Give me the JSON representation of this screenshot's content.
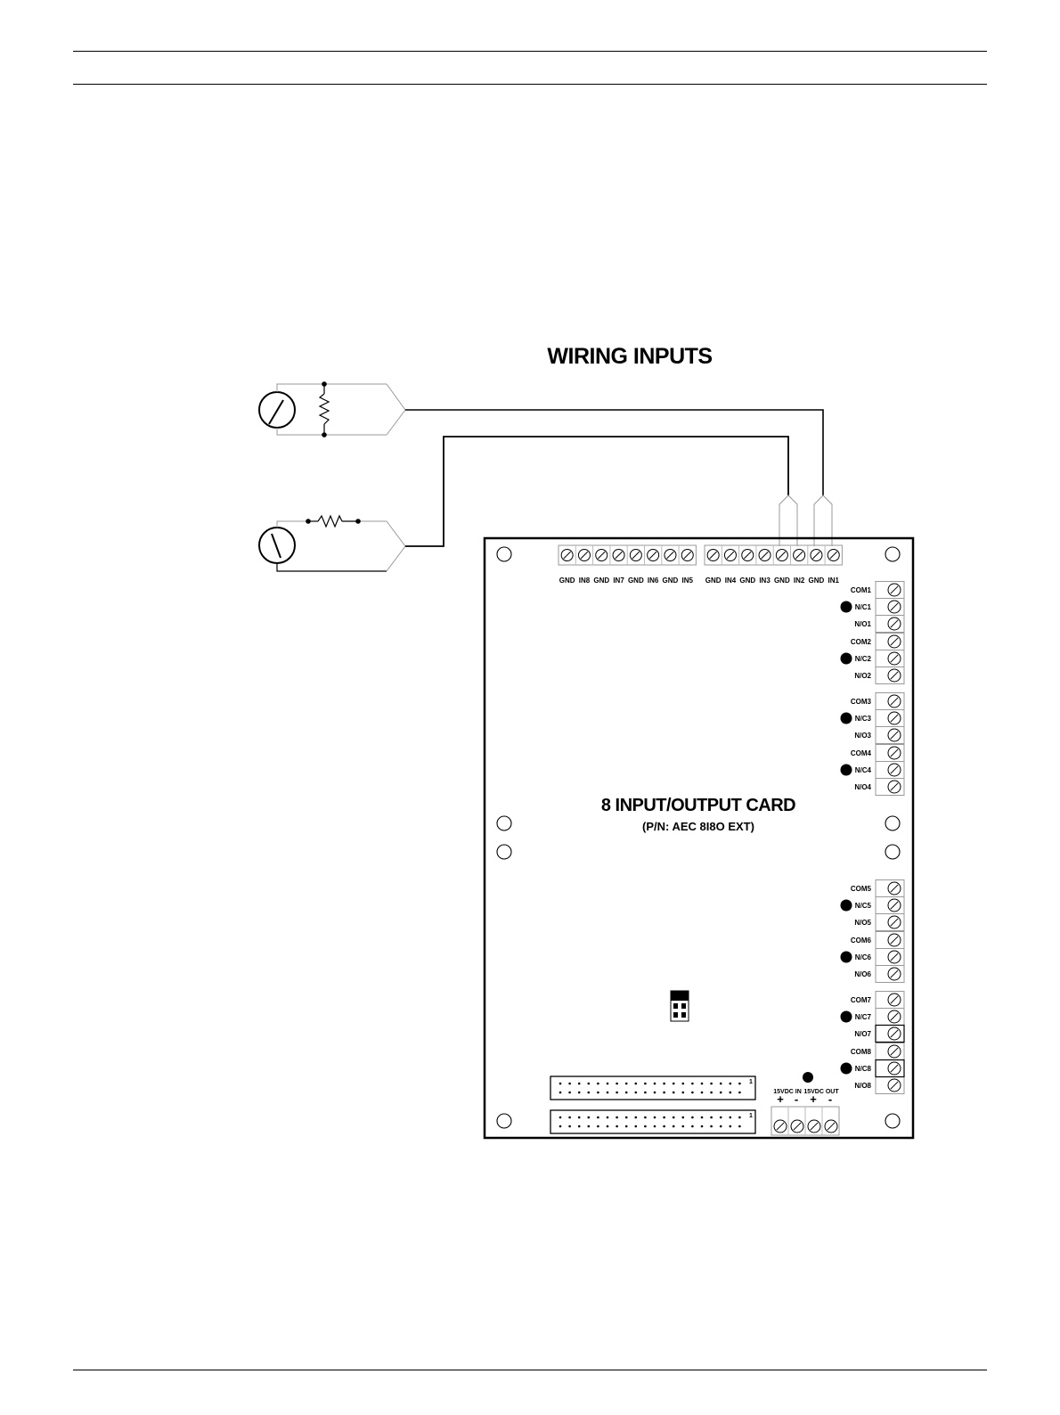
{
  "diagram": {
    "title": "WIRING INPUTS",
    "card_title": "8 INPUT/OUTPUT CARD",
    "card_pn": "(P/N: AEC 8I8O EXT)",
    "top_terminals": [
      "GND",
      "IN8",
      "GND",
      "IN7",
      "GND",
      "IN6",
      "GND",
      "IN5",
      "GND",
      "IN4",
      "GND",
      "IN3",
      "GND",
      "IN2",
      "GND",
      "IN1"
    ],
    "relay_groups": [
      [
        "COM1",
        "N/C1",
        "N/O1"
      ],
      [
        "COM2",
        "N/C2",
        "N/O2"
      ],
      [
        "COM3",
        "N/C3",
        "N/O3"
      ],
      [
        "COM4",
        "N/C4",
        "N/O4"
      ],
      [
        "COM5",
        "N/C5",
        "N/O5"
      ],
      [
        "COM6",
        "N/C6",
        "N/O6"
      ],
      [
        "COM7",
        "N/C7",
        "N/O7"
      ],
      [
        "COM8",
        "N/C8",
        "N/O8"
      ]
    ],
    "power_in_label": "15VDC IN",
    "power_out_label": "15VDC OUT",
    "plus": "+",
    "minus": "-",
    "header_pin1": "1"
  }
}
